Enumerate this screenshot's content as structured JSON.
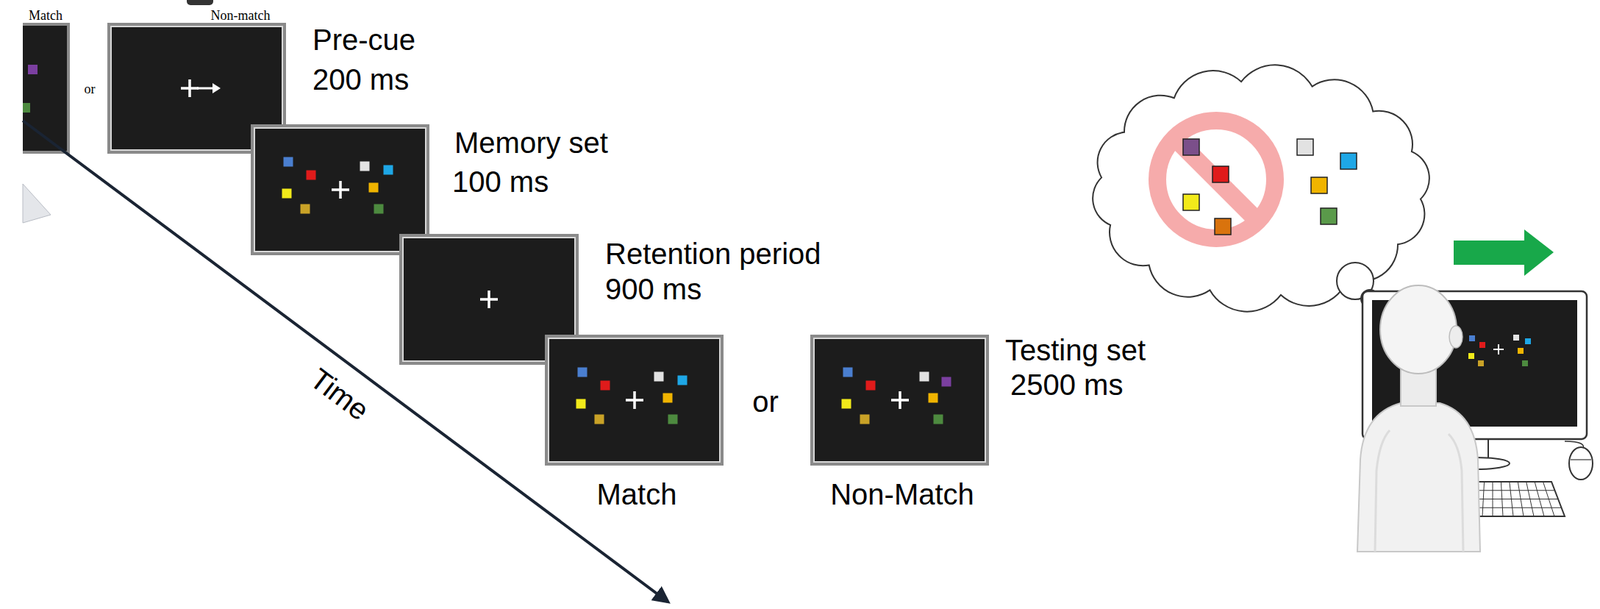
{
  "diagram": {
    "nodes": [
      {
        "text": [
          "Pre-cue",
          "200 ms"
        ]
      },
      {
        "text": [
          "Memory set",
          "100 ms"
        ]
      },
      {
        "text": [
          "Retention period",
          "900 ms"
        ]
      },
      {
        "text": [
          "Match"
        ]
      },
      {
        "text": [
          "Non-Match"
        ]
      }
    ],
    "labels": [
      "Match",
      "Non-match",
      "or",
      "or",
      "Testing set",
      "2500 ms",
      "Time"
    ]
  }
}
